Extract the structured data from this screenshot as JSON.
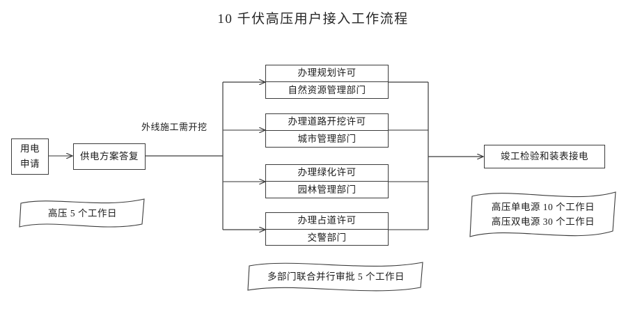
{
  "diagram": {
    "title": "10 千伏高压用户接入工作流程",
    "type": "flowchart",
    "nodes": {
      "apply": {
        "line1": "用电",
        "line2": "申请"
      },
      "reply": {
        "line1": "供电方案答复"
      },
      "permit_planning": {
        "line1": "办理规划许可",
        "line2": "自然资源管理部门"
      },
      "permit_road": {
        "line1": "办理道路开挖许可",
        "line2": "城市管理部门"
      },
      "permit_green": {
        "line1": "办理绿化许可",
        "line2": "园林管理部门"
      },
      "permit_occupy": {
        "line1": "办理占道许可",
        "line2": "交警部门"
      },
      "final": {
        "line1": "竣工检验和装表接电"
      }
    },
    "edge_labels": {
      "excavation": "外线施工需开挖"
    },
    "banners": {
      "left": {
        "line1": "高压 5 个工作日"
      },
      "bottom": {
        "line1": "多部门联合并行审批 5 个工作日"
      },
      "right": {
        "line1": "高压单电源 10 个工作日",
        "line2": "高压双电源 30 个工作日"
      }
    },
    "colors": {
      "stroke": "#3a3a3a",
      "text": "#1a1a1a",
      "background": "#ffffff"
    }
  }
}
